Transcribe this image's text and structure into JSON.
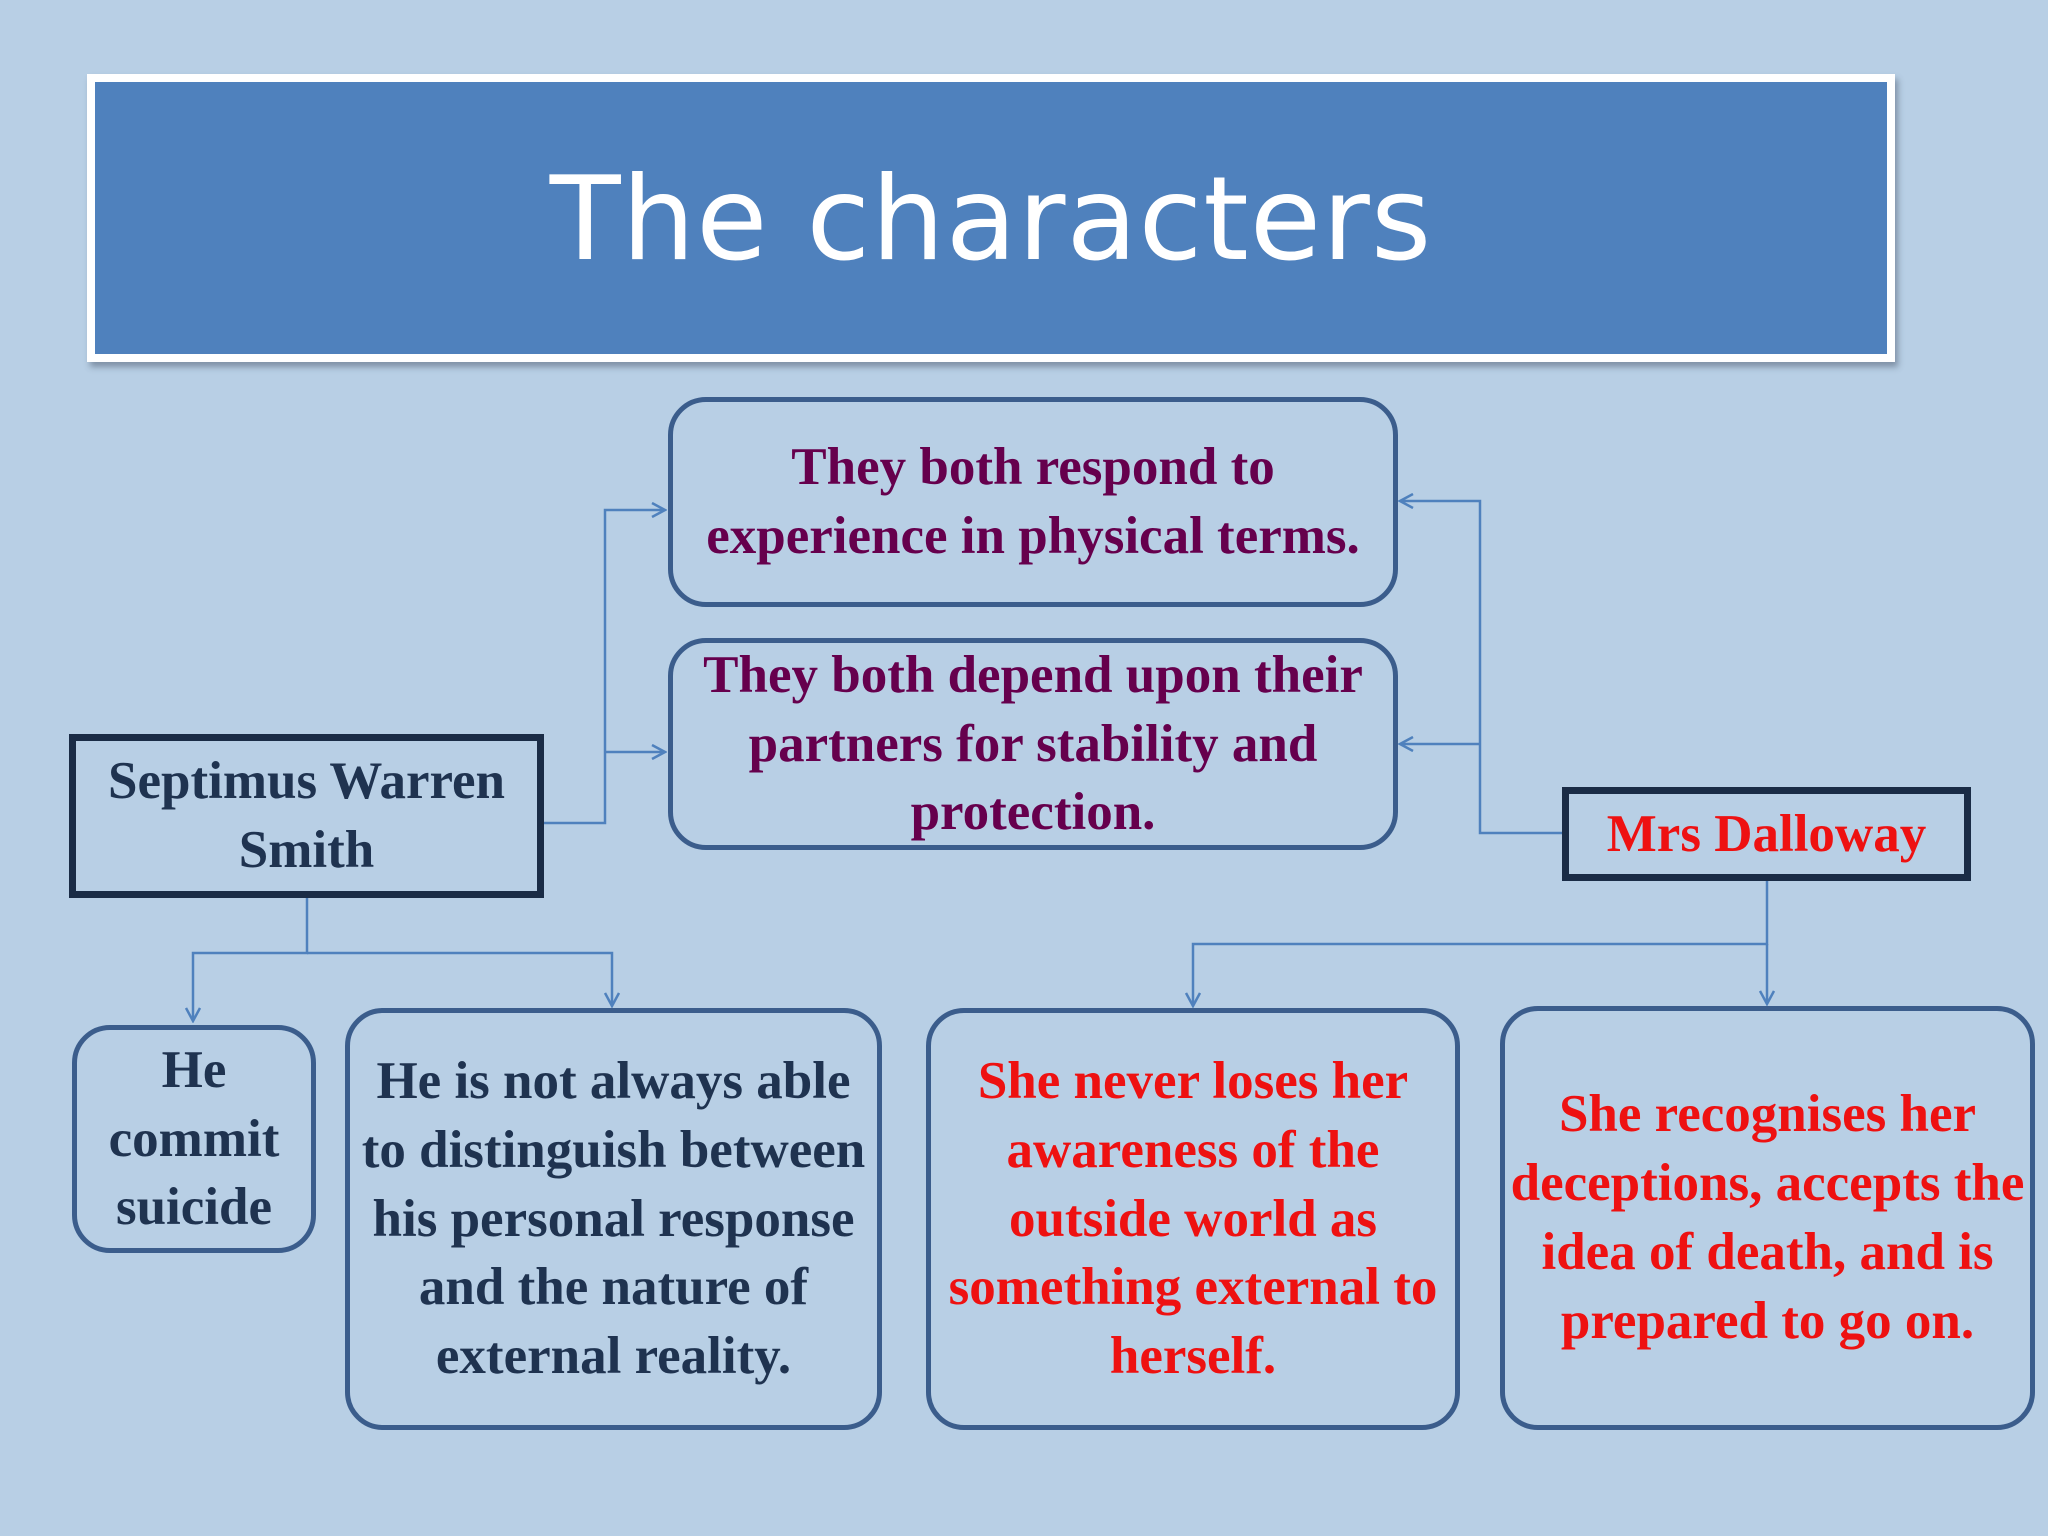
{
  "slide": {
    "title": "The characters"
  },
  "diagram": {
    "shared": [
      "They both respond to experience in physical terms.",
      "They both depend upon their partners for stability and protection."
    ],
    "septimus": {
      "name": "Septimus Warren Smith",
      "traits": [
        "He commit suicide",
        "He is not always able to distinguish between his personal response and the nature of external reality."
      ]
    },
    "dalloway": {
      "name": "Mrs Dalloway",
      "traits": [
        "She never loses her awareness of the outside world as something external to herself.",
        "She recognises her deceptions, accepts the idea of death, and is prepared to go on."
      ]
    }
  },
  "colors": {
    "background": "#b8cfe5",
    "title_fill": "#4f81bd",
    "connector": "#4f81bd",
    "shared_text": "#66004d",
    "septimus_text": "#1f3350",
    "dalloway_text": "#ee1111"
  }
}
